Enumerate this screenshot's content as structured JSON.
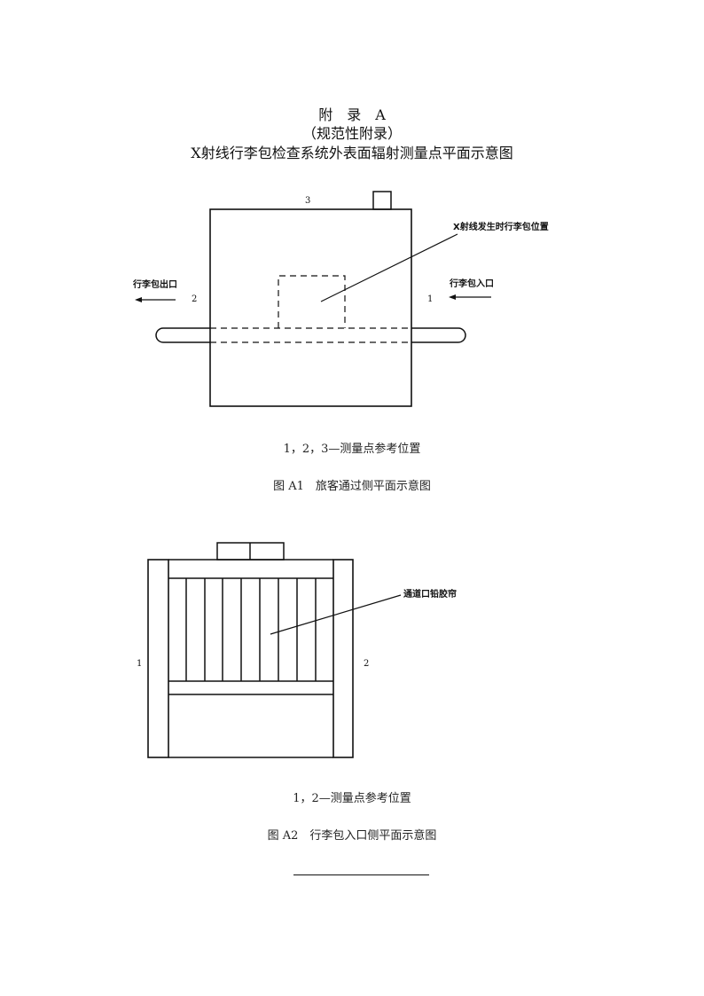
{
  "header": {
    "appendix": "附　录　A",
    "nature": "（规范性附录）",
    "title": "X射线行李包检查系统外表面辐射测量点平面示意图"
  },
  "figure_a1": {
    "point_1": "1",
    "point_2": "2",
    "point_3": "3",
    "xray_label": "X射线发生时行李包位置",
    "exit_label": "行李包出口",
    "entrance_label": "行李包入口",
    "legend": "1，2，3—测量点参考位置",
    "caption": "图 A1　旅客通过侧平面示意图"
  },
  "figure_a2": {
    "point_1": "1",
    "point_2": "2",
    "curtain_label": "通道口铅胶帘",
    "legend": "1，2—测量点参考位置",
    "caption": "图 A2　行李包入口侧平面示意图"
  }
}
